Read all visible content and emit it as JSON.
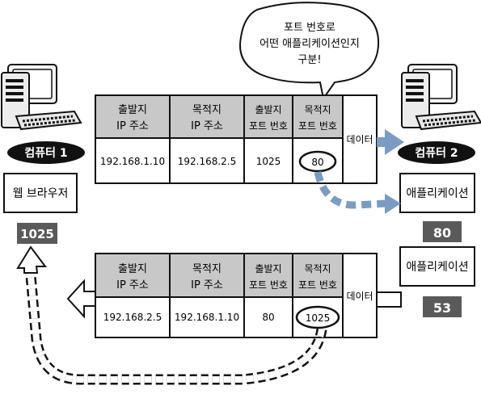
{
  "bubble": {
    "line1": "포트 번호로",
    "line2": "어떤 애플리케이션인지",
    "line3": "구분!"
  },
  "computer1": {
    "label": "컴퓨터 1",
    "app": "웹 브라우저",
    "port": "1025"
  },
  "computer2": {
    "label": "컴퓨터 2",
    "app1": "애플리케이션",
    "port1": "80",
    "app2": "애플리케이션",
    "port2": "53"
  },
  "packet_top": {
    "headers": [
      {
        "line1": "출발지",
        "line2": "IP 주소"
      },
      {
        "line1": "목적지",
        "line2": "IP 주소"
      },
      {
        "line1": "출발지",
        "line2": "포트 번호"
      },
      {
        "line1": "목적지",
        "line2": "포트 번호"
      }
    ],
    "values": [
      "192.168.1.10",
      "192.168.2.5",
      "1025",
      "80"
    ],
    "data_label": "데이터"
  },
  "packet_bottom": {
    "headers": [
      {
        "line1": "출발지",
        "line2": "IP 주소"
      },
      {
        "line1": "목적지",
        "line2": "IP 주소"
      },
      {
        "line1": "출발지",
        "line2": "포트 번호"
      },
      {
        "line1": "목적지",
        "line2": "포트 번호"
      }
    ],
    "values": [
      "192.168.2.5",
      "192.168.1.10",
      "80",
      "1025"
    ],
    "data_label": "데이터"
  },
  "colors": {
    "header_fill": "#c8c8c8",
    "badge_fill": "#5a5a5a",
    "arrow_blue": "#7b9cc2",
    "outline": "#111111"
  }
}
